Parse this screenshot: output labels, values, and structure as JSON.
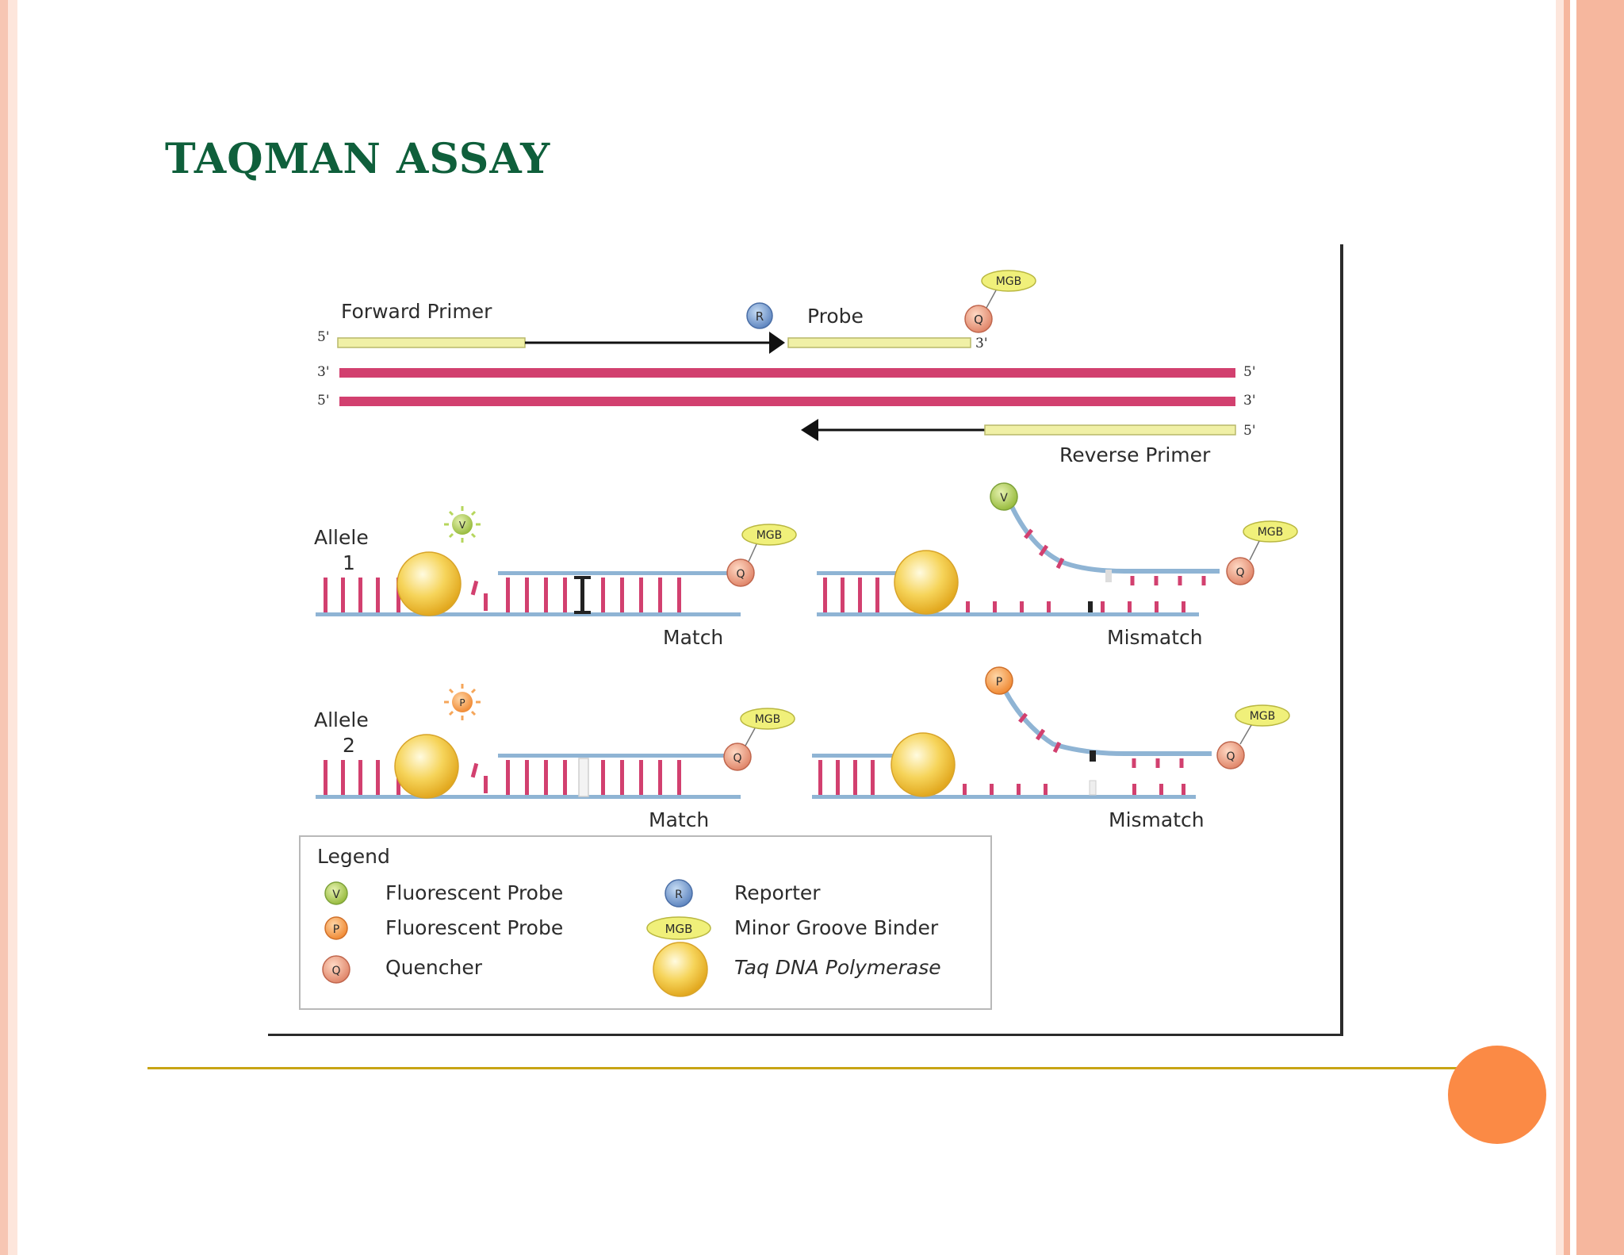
{
  "slide": {
    "title": "TAQMAN ASSAY",
    "colors": {
      "title": "#0f5f3b",
      "divider": "#c8a414",
      "dot": "#fb8a45",
      "frame": "#f6b79e"
    }
  },
  "diagram": {
    "forward_primer": "Forward Primer",
    "probe": "Probe",
    "reverse_primer": "Reverse Primer",
    "strand_ends": {
      "five": "5'",
      "three": "3'"
    },
    "badges": {
      "reporter": "R",
      "quencher": "Q",
      "mgb": "MGB",
      "v": "V",
      "p": "P"
    },
    "allele1": {
      "label_line1": "Allele",
      "label_line2": "1",
      "match": "Match",
      "mismatch": "Mismatch"
    },
    "allele2": {
      "label_line1": "Allele",
      "label_line2": "2",
      "match": "Match",
      "mismatch": "Mismatch"
    },
    "colors": {
      "strand": "#d2406f",
      "primer": "#f0f0a6",
      "backbone": "#8fb4d4",
      "polymerase": "#f3cd4e"
    }
  },
  "legend": {
    "title": "Legend",
    "items": [
      {
        "symbol": "V",
        "label": "Fluorescent Probe"
      },
      {
        "symbol": "P",
        "label": "Fluorescent Probe"
      },
      {
        "symbol": "Q",
        "label": "Quencher"
      },
      {
        "symbol": "R",
        "label": "Reporter"
      },
      {
        "symbol": "MGB",
        "label": "Minor Groove Binder"
      },
      {
        "symbol": "polymerase",
        "label": "Taq DNA Polymerase"
      }
    ]
  }
}
